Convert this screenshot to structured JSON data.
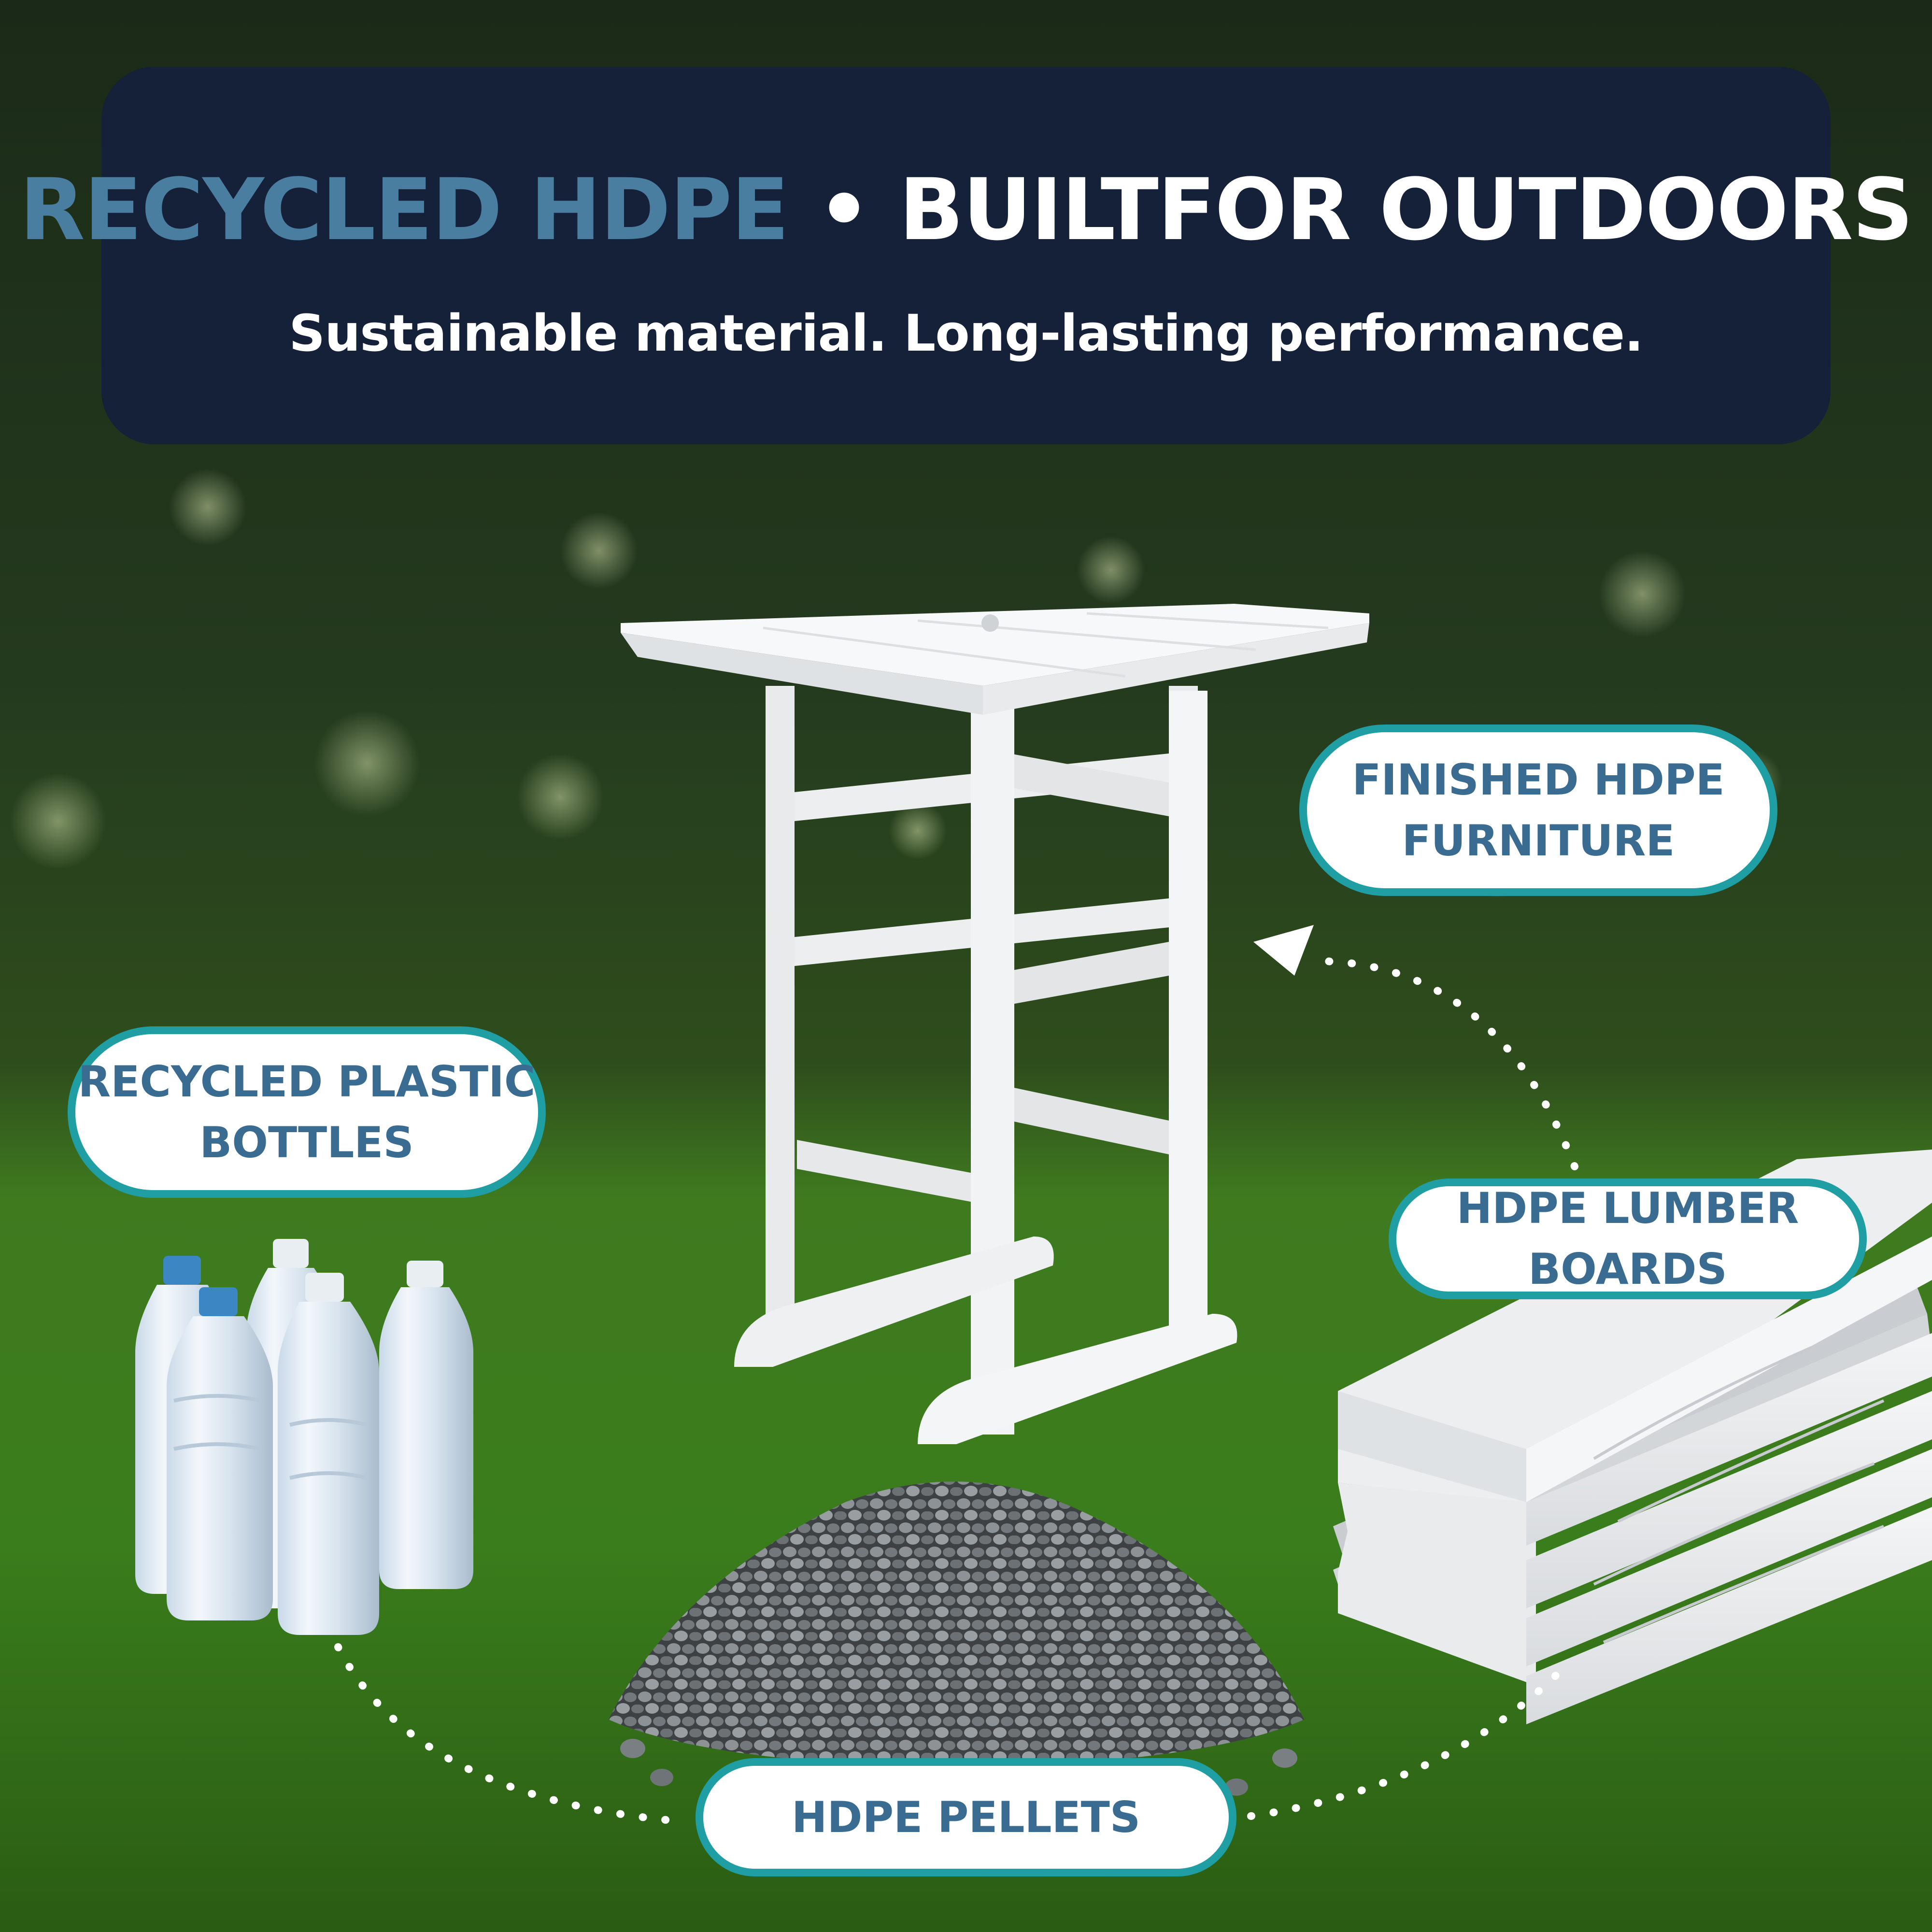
{
  "header": {
    "title_part1": "RECYCLED HDPE",
    "title_separator": " • ",
    "title_part2": "BUILTFOR OUTDOORS",
    "subtitle": "Sustainable material. Long-lasting performance."
  },
  "labels": {
    "finished_furniture": "FINISHED HDPE\nFURNITURE",
    "plastic_bottles": "RECYCLED PLASTIC\nBOTTLES",
    "lumber_boards": "HDPE LUMBER\nBOARDS",
    "pellets": "HDPE PELLETS"
  },
  "colors": {
    "banner_bg": "#152039",
    "title_accent": "#4a7ea1",
    "pill_border": "#1f9ea3",
    "pill_text": "#3a6b90",
    "grass": "#3f8a1e"
  }
}
